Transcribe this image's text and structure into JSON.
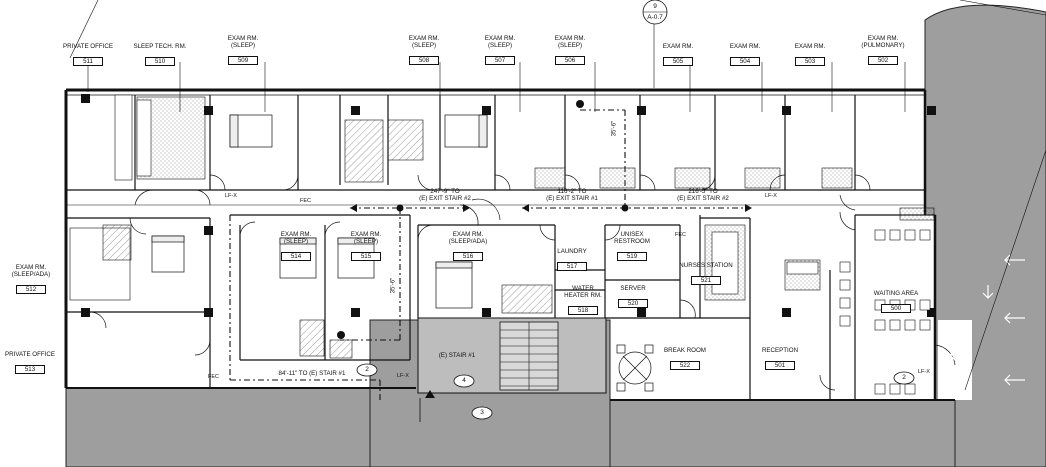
{
  "rooms": [
    {
      "name": "PRIVATE OFFICE",
      "number": "511"
    },
    {
      "name": "SLEEP TECH. RM.",
      "number": "510"
    },
    {
      "name": "EXAM RM.\n(SLEEP)",
      "number": "509"
    },
    {
      "name": "EXAM RM.\n(SLEEP)",
      "number": "508"
    },
    {
      "name": "EXAM RM.\n(SLEEP)",
      "number": "507"
    },
    {
      "name": "EXAM RM.\n(SLEEP)",
      "number": "506"
    },
    {
      "name": "EXAM RM.",
      "number": "505"
    },
    {
      "name": "EXAM RM.",
      "number": "504"
    },
    {
      "name": "EXAM RM.",
      "number": "503"
    },
    {
      "name": "EXAM RM.\n(PULMONARY)",
      "number": "502"
    },
    {
      "name": "EXAM RM.\n(SLEEP/ADA)",
      "number": "512"
    },
    {
      "name": "PRIVATE OFFICE",
      "number": "513"
    },
    {
      "name": "EXAM RM.\n(SLEEP)",
      "number": "514"
    },
    {
      "name": "EXAM RM.\n(SLEEP)",
      "number": "515"
    },
    {
      "name": "EXAM RM.\n(SLEEP/ADA)",
      "number": "516"
    },
    {
      "name": "LAUNDRY",
      "number": "517"
    },
    {
      "name": "WATER\nHEATER RM.",
      "number": "518"
    },
    {
      "name": "UNISEX\nRESTROOM",
      "number": "519"
    },
    {
      "name": "SERVER",
      "number": "520"
    },
    {
      "name": "NURSES STATION",
      "number": "521"
    },
    {
      "name": "BREAK ROOM",
      "number": "522"
    },
    {
      "name": "RECEPTION",
      "number": "501"
    },
    {
      "name": "WAITING AREA",
      "number": "500"
    }
  ],
  "egress_notes": [
    "247'-9\" TO\n(E) EXIT STAIR #2",
    "116'-2\" TO\n(E) EXIT STAIR #1",
    "216'-5\" TO\n(E) EXIT STAIR #2",
    "84'-11\" TO (E) STAIR #1"
  ],
  "dimension_notes": [
    "35'-6\"",
    "35'-6\""
  ],
  "stair_label": "(E) STAIR #1",
  "section_ref": {
    "number": "9",
    "sheet": "A-0.7"
  },
  "keynotes": [
    "2",
    "4",
    "3",
    "2"
  ],
  "equipment_labels": [
    "LF-X",
    "LF-X",
    "LF-X",
    "LF-X",
    "FEC",
    "FEC",
    "FEC"
  ]
}
